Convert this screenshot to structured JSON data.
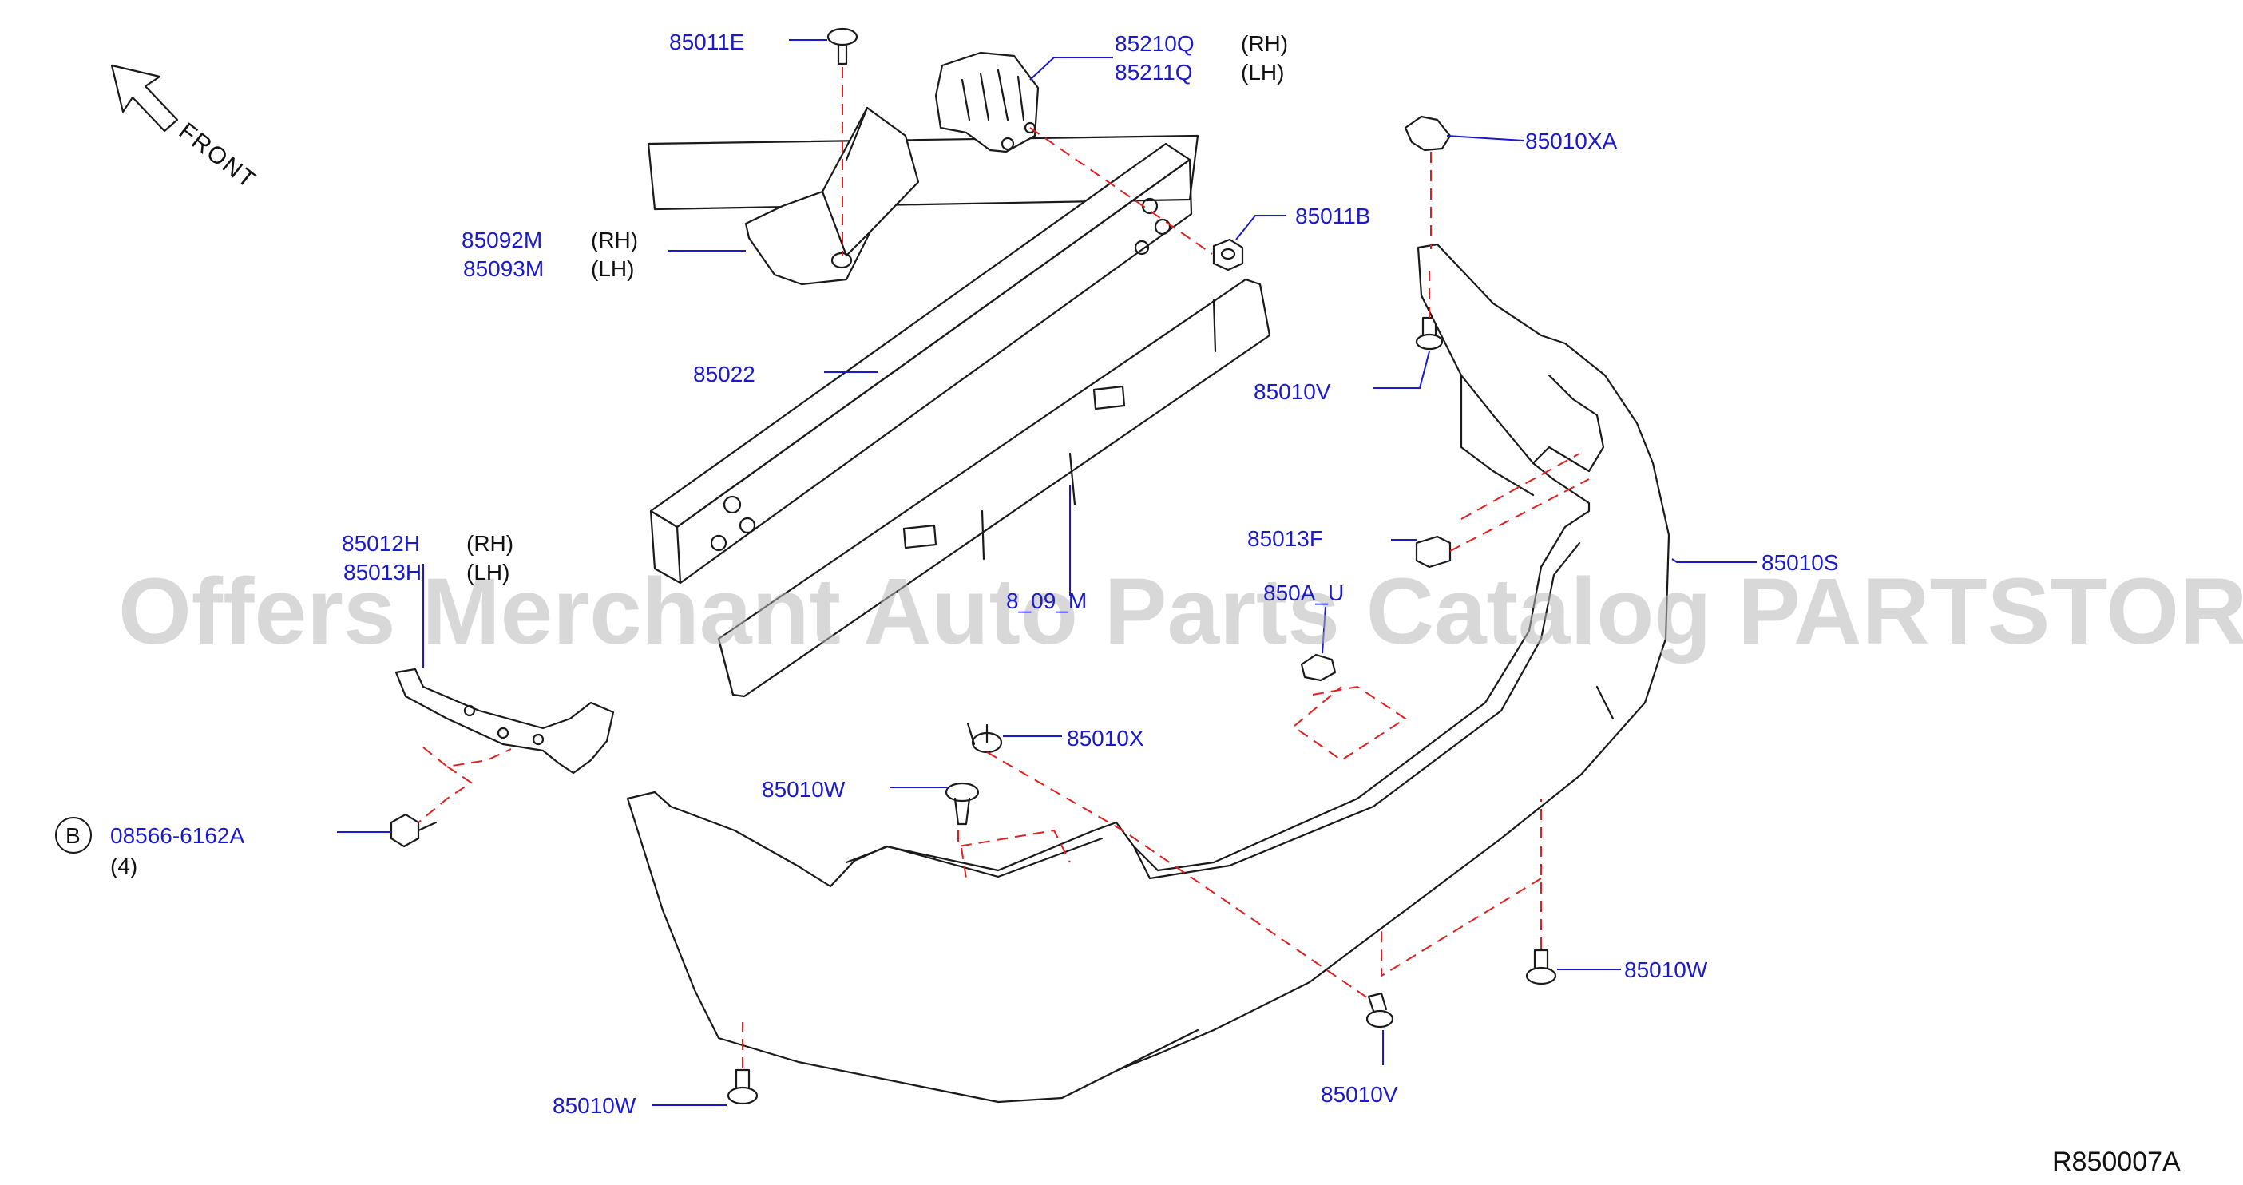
{
  "front_label": "FRONT",
  "diagram_ref": "R850007A",
  "watermark": "Offers Merchant Auto Parts Catalog PARTSTORE.SA",
  "callouts": {
    "c85011E": "85011E",
    "c85210Q": "85210Q",
    "c85211Q": "85211Q",
    "c85010XA": "85010XA",
    "c85092M": "85092M",
    "c85093M": "85093M",
    "c85011B": "85011B",
    "c85022": "85022",
    "c85010V_top": "85010V",
    "c85012H": "85012H",
    "c85013H": "85013H",
    "c85013F": "85013F",
    "c85010S": "85010S",
    "c8509xM": "8_09_M",
    "c850AxU": "850A_U",
    "c85010X": "85010X",
    "c85010W_mid": "85010W",
    "c08566": "08566-6162A",
    "qty_08566": "(4)",
    "c85010W_right": "85010W",
    "c85010W_bottom": "85010W",
    "c85010V_bottom": "85010V"
  },
  "side_labels": {
    "rh": "(RH)",
    "lh": "(LH)"
  },
  "badge_b": "B",
  "colors": {
    "part_number": "#1a1acc",
    "installation_dash": "#e02020",
    "outline": "#1a1a1a"
  }
}
